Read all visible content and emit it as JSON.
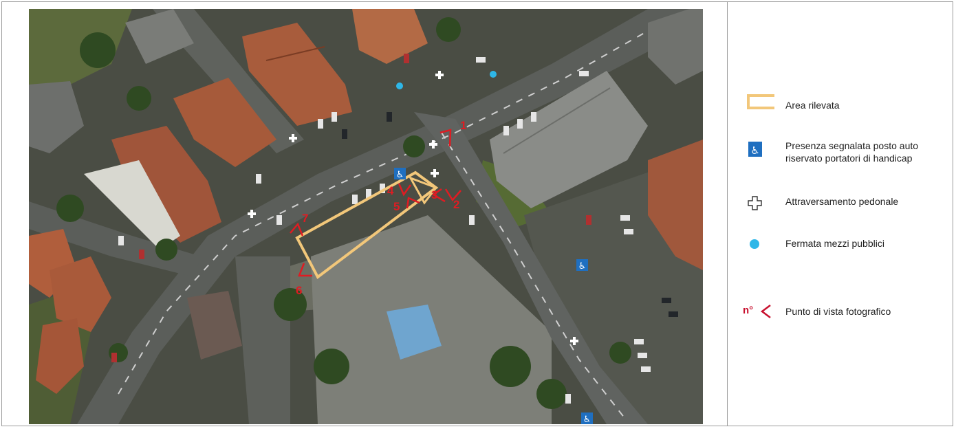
{
  "legend": {
    "area": {
      "label": "Area rilevata",
      "color": "#f2c77a"
    },
    "handicap": {
      "label_line1": "Presenza segnalata posto auto",
      "label_line2": "riservato portatori di handicap",
      "color": "#1f6fc0",
      "icon": "wheelchair-icon"
    },
    "crossing": {
      "label": "Attraversamento pedonale",
      "icon": "cross-outline-icon"
    },
    "bus_stop": {
      "label": "Fermata mezzi pubblici",
      "color": "#2eb7e8",
      "icon": "circle-icon"
    },
    "viewpoint": {
      "label": "Punto di vista fotografico",
      "symbol_text": "n°",
      "color": "#c8102e",
      "icon": "view-angle-icon"
    }
  },
  "map": {
    "viewpoints": [
      "1",
      "2",
      "3",
      "4",
      "5",
      "6",
      "7"
    ]
  }
}
